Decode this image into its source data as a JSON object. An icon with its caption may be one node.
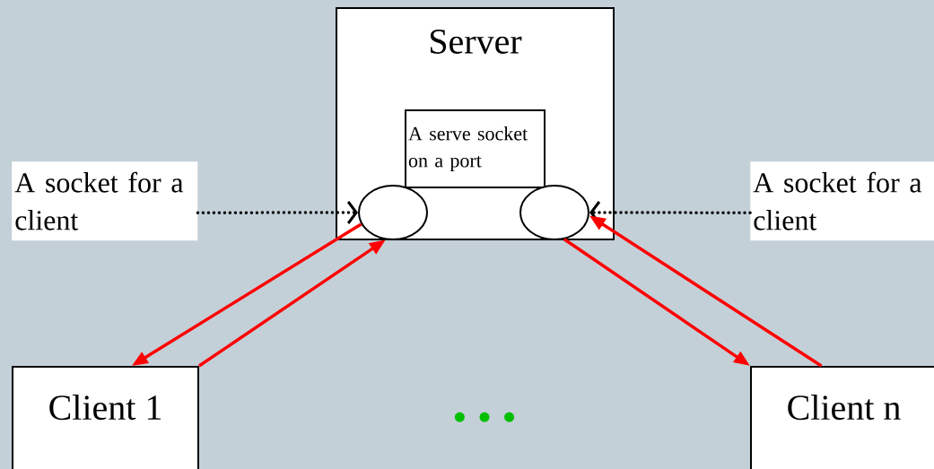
{
  "diagram": {
    "nodes": [
      {
        "text": [
          "Server"
        ]
      },
      {
        "text": [
          "A serve socket on a  port"
        ],
        "in": 0
      },
      {
        "text": [],
        "shape": "ellipse",
        "in": 0
      },
      {
        "text": [],
        "shape": "ellipse",
        "in": 0
      },
      {
        "text": [
          "A socket for a client"
        ]
      },
      {
        "text": [
          "A socket for a client"
        ]
      },
      {
        "text": [
          "Client 1"
        ]
      },
      {
        "text": [
          "Client n"
        ]
      }
    ],
    "edges": [
      {
        "from": 4,
        "to": 2,
        "arrow": "to",
        "style": "dashed",
        "color": "#000000"
      },
      {
        "from": 5,
        "to": 3,
        "arrow": "to",
        "style": "dashed",
        "color": "#000000"
      },
      {
        "from": 2,
        "to": 6,
        "arrow": "to",
        "color": "#ff0000"
      },
      {
        "from": 6,
        "to": 2,
        "arrow": "to",
        "color": "#ff0000"
      },
      {
        "from": 3,
        "to": 7,
        "arrow": "to",
        "color": "#ff0000"
      },
      {
        "from": 7,
        "to": 3,
        "arrow": "to",
        "color": "#ff0000"
      }
    ],
    "labels": [
      "• • •"
    ]
  }
}
